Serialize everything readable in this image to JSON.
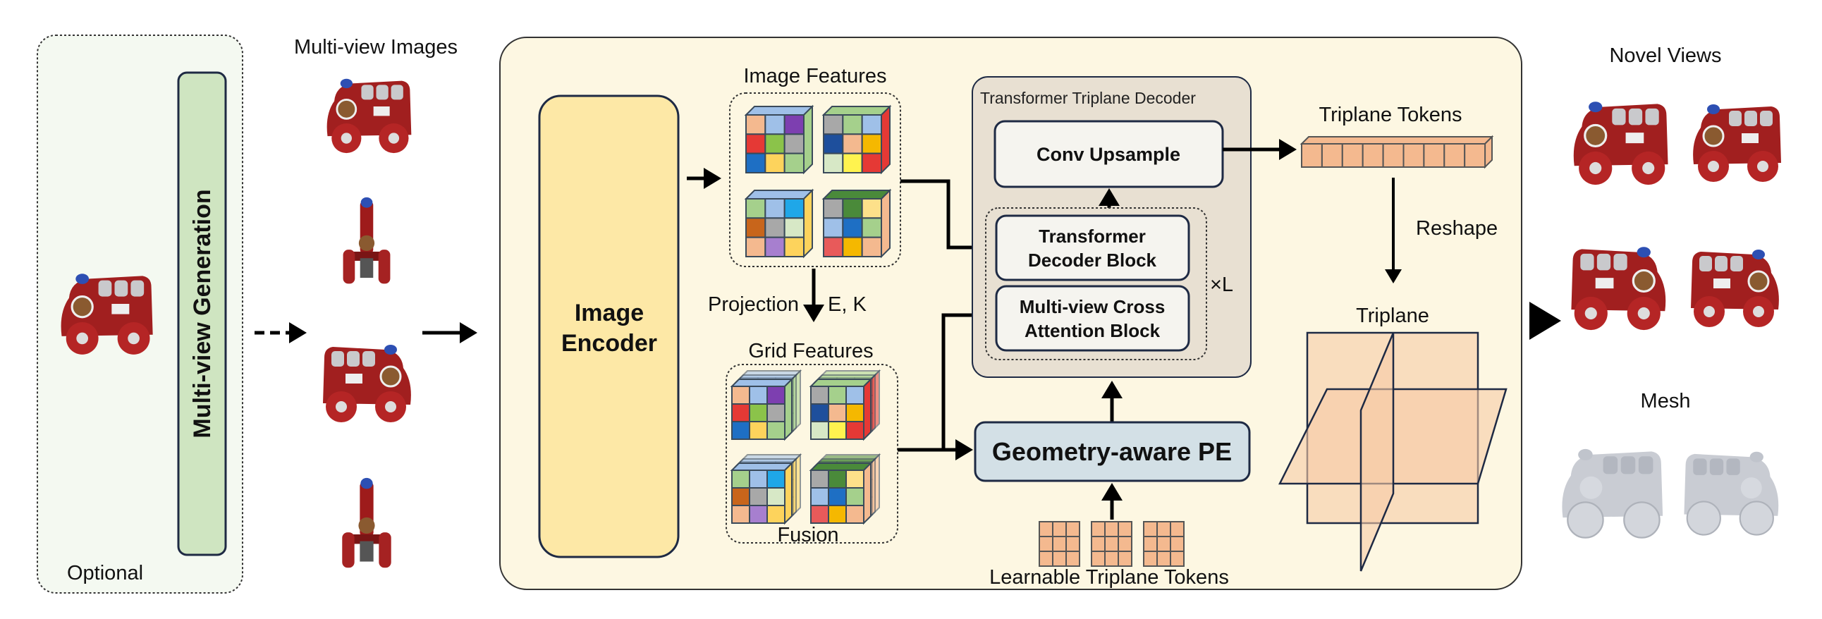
{
  "optional_panel": {
    "label": "Optional",
    "generation_label": "Multi-view Generation"
  },
  "multiview_images": {
    "title": "Multi-view Images"
  },
  "encoder": {
    "label_line1": "Image",
    "label_line2": "Encoder"
  },
  "image_features": {
    "title": "Image Features"
  },
  "projection": {
    "label": "Projection",
    "params": "E, K"
  },
  "grid_features": {
    "title": "Grid Features",
    "fusion_label": "Fusion"
  },
  "decoder": {
    "title": "Transformer Triplane Decoder",
    "conv_upsample": "Conv Upsample",
    "decoder_block_line1": "Transformer",
    "decoder_block_line2": "Decoder Block",
    "cross_attn_line1": "Multi-view Cross",
    "cross_attn_line2": "Attention Block",
    "repeat": "×L"
  },
  "geometry_pe": {
    "label": "Geometry-aware PE"
  },
  "learnable_tokens": {
    "label": "Learnable Triplane Tokens"
  },
  "triplane_tokens": {
    "title": "Triplane Tokens"
  },
  "reshape": {
    "label": "Reshape"
  },
  "triplane": {
    "title": "Triplane"
  },
  "outputs": {
    "novel_views": "Novel Views",
    "mesh": "Mesh"
  },
  "colors": {
    "optional_bg": "#f4f9f1",
    "generation_bar": "#cfe5c1",
    "main_panel_bg": "#fdf7e2",
    "encoder_fill": "#fde8a6",
    "decoder_bg": "#e8e0d2",
    "block_fill": "#f5f4ef",
    "pe_fill": "#d3e0e6",
    "token_fill": "#f4b98f",
    "triplane_fill": "#f6cba6",
    "car_red": "#9e1b1b"
  }
}
